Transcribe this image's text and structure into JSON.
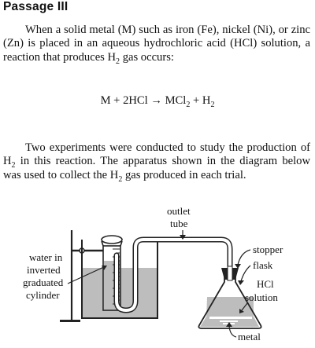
{
  "heading": "Passage III",
  "paragraph1": {
    "before_h2": "When a solid metal (M) such as iron (Fe), nickel (Ni), or zinc (Zn) is placed in an aqueous hydrochloric acid (HCl) solution, a reaction that produces H",
    "h2_sub": "2",
    "after_h2": " gas occurs:"
  },
  "equation": {
    "lhs": "M + 2HCl → MCl",
    "mcl_sub": "2",
    "plus_h": " + H",
    "h_sub": "2"
  },
  "paragraph2": {
    "part1": "Two experiments were conducted to study the production of H",
    "sub1": "2",
    "part2": " in this reaction. The apparatus shown in the diagram below was used to collect the H",
    "sub2": "2",
    "part3": " gas produced in each trial."
  },
  "diagram": {
    "labels": {
      "outlet_line1": "outlet",
      "outlet_line2": "tube",
      "water_line1": "water in",
      "water_line2": "inverted",
      "water_line3": "graduated",
      "water_line4": "cylinder",
      "stopper": "stopper",
      "flask": "flask",
      "hcl_line1": "HCl",
      "hcl_line2": "solution",
      "metal": "metal"
    }
  }
}
